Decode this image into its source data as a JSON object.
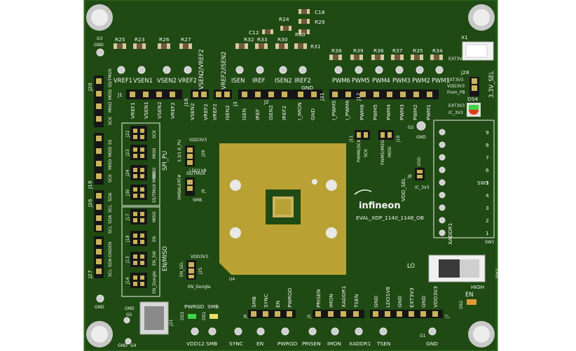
{
  "board": {
    "name": "EVAL_XDP_1140_1148_OB",
    "logo_text": "infineon",
    "u4": "U4",
    "colors": {
      "pcb": "#1f4a13",
      "pcb_edge": "#2a5c1a",
      "copper": "#b9a233",
      "pad": "#c9b35c",
      "silk": "#f4f4f4",
      "header": "#161616",
      "led_green": "#3fd43f",
      "led_red": "#e33a1a"
    }
  },
  "top_labels": {
    "vref1": "VREF1",
    "vsen1": "VSEN1",
    "vsen2": "VSEN2",
    "vref2": "VREF2",
    "vsen2_vref2": "VSEN2/VREF2",
    "vref2_isen2": "VREF2/ISEN2",
    "isen": "ISEN",
    "iref": "IREF",
    "isen2": "ISEN2",
    "iref2": "IREF2",
    "gnd": "GND",
    "pwm6": "PWM6",
    "pwm5": "PWM5",
    "pwm4": "PWM4",
    "pwm3": "PWM3",
    "pwm2": "PWM2",
    "pwm1": "PWM1",
    "x1": "X1",
    "v33_sel": "3.3V_SEL",
    "ext3v3": "EXT3V3",
    "ic_3v3": "IC_3V3",
    "from_pb": "From_PB",
    "vdd3v3": "VDD3V3",
    "ds4": "DS4",
    "j28": "J28"
  },
  "mid_labels": {
    "j1": "J1",
    "j16": "J16",
    "j3": "J3",
    "j2": "J2",
    "j31": "J31",
    "j12": "J12",
    "j1_pins": [
      "VREF1",
      "VSEN1",
      "VSEN2",
      "VREF2"
    ],
    "j16_pins": [
      "VSEN2",
      "VREF2"
    ],
    "j3_pins": [
      "VREF2",
      "ISEN2"
    ],
    "j2_pins": [
      "ISEN",
      "IREF",
      "ISEN2",
      "IREF2"
    ],
    "j31_pins": [
      "I_IMON",
      "GND"
    ],
    "j12_pins": [
      "I_PWM5",
      "I_PWM6",
      "PWM6",
      "PWM5",
      "PWM4",
      "PWM3",
      "PWM2",
      "PWM1"
    ]
  },
  "left_labels": {
    "j20": "J20",
    "j19": "J19",
    "j26": "J26",
    "j27": "J27",
    "j20_pins": [
      "SS/TMUX",
      "MOSI",
      "MISO",
      "SCK"
    ],
    "j19_pins": [
      "SS",
      "MOSI",
      "MISO",
      "SCK"
    ],
    "j26_pins": [
      "SDA",
      "SCL",
      "SDA",
      "SCL"
    ],
    "j27_pins": [
      "EN",
      "GND",
      "SDA",
      "SCL"
    ],
    "spi_pu": "SPI_PU",
    "en_misc": "EN/MISO",
    "jumpers": [
      "J22",
      "J23",
      "J24",
      "J30",
      "J17",
      "J18",
      "J13",
      "J14"
    ],
    "jumper_names": [
      "SCK",
      "MOSI",
      "MISO",
      "SS/TMUX MISO",
      "MISO",
      "EN",
      "EN_SW",
      "EN_Dongle"
    ],
    "mosi_l": "MOSI",
    "miso_l": "MISO",
    "en_l": "EN",
    "gnd": "GND"
  },
  "center_labels": {
    "vdd3v3": "VDD3V3",
    "ldo1v8": "LDO1V8",
    "j29": "J29",
    "v33_pu": "3.3/1.8_PU",
    "smbalert": "SMBALERT#",
    "ss_tmux": "SS/TMUX",
    "smb": "SMB",
    "j9": "J9",
    "en_sel": "EN_SEL",
    "j25": "J25",
    "en_dongle": "EN_Dongle",
    "j11": "J11",
    "j10": "J10",
    "j11_pins": [
      "PWM6/SCK",
      "SCK"
    ],
    "j10_pins": [
      "PWM5/MOSI",
      "MOSI"
    ],
    "vdd_sel": "VDD_SEL",
    "j8": "J8",
    "vdd_j8": "VDD",
    "ic_3v3": "IC_3V3"
  },
  "right_labels": {
    "g2": "G2",
    "gnd": "GND",
    "sw1": "SW1",
    "sw1_label": "SW1",
    "sw1_nums": [
      "9",
      "8",
      "7",
      "6",
      "5",
      "4",
      "3",
      "2",
      "1"
    ],
    "xaddr1": "XADDR1",
    "lo": "LO",
    "high": "HIGH",
    "sw2": "SW2",
    "en": "EN",
    "ds2": "DS2"
  },
  "bottom_labels": {
    "g5": "G5",
    "gnd_g5": "GND",
    "j21": "J21",
    "pwrgd": "PWRGD",
    "smb": "SMB",
    "ds3": "DS3",
    "ds1": "DS1",
    "j6": "J6",
    "j6_pins": [
      "SMB",
      "SYNC",
      "EN",
      "PWRGD"
    ],
    "j5": "J5",
    "j5_pins": [
      "PRISEN",
      "IMON",
      "XADDR1",
      "TSEN"
    ],
    "j7": "J7",
    "j7_pins": [
      "GND",
      "LDO1V8",
      "GND",
      "EXT3V3",
      "GND",
      "VDD3V3"
    ],
    "tp_bottom": [
      "VDD12",
      "SMB",
      "SYNC",
      "EN",
      "PWRGD",
      "PRISEN",
      "IMON",
      "XADDR1",
      "TSEN",
      "GND"
    ],
    "g4": "G4",
    "g1": "G1",
    "g3": "G3",
    "gnd_g4": "GND",
    "gnd_g1": "GND",
    "gnd_g3": "GND"
  },
  "resistors": [
    "R24",
    "C18",
    "R29",
    "C12",
    "R40",
    "R25",
    "R23",
    "R26",
    "R27",
    "R32",
    "R33",
    "R30",
    "R31",
    "R38",
    "R39",
    "R36",
    "R37",
    "R35",
    "R34"
  ]
}
